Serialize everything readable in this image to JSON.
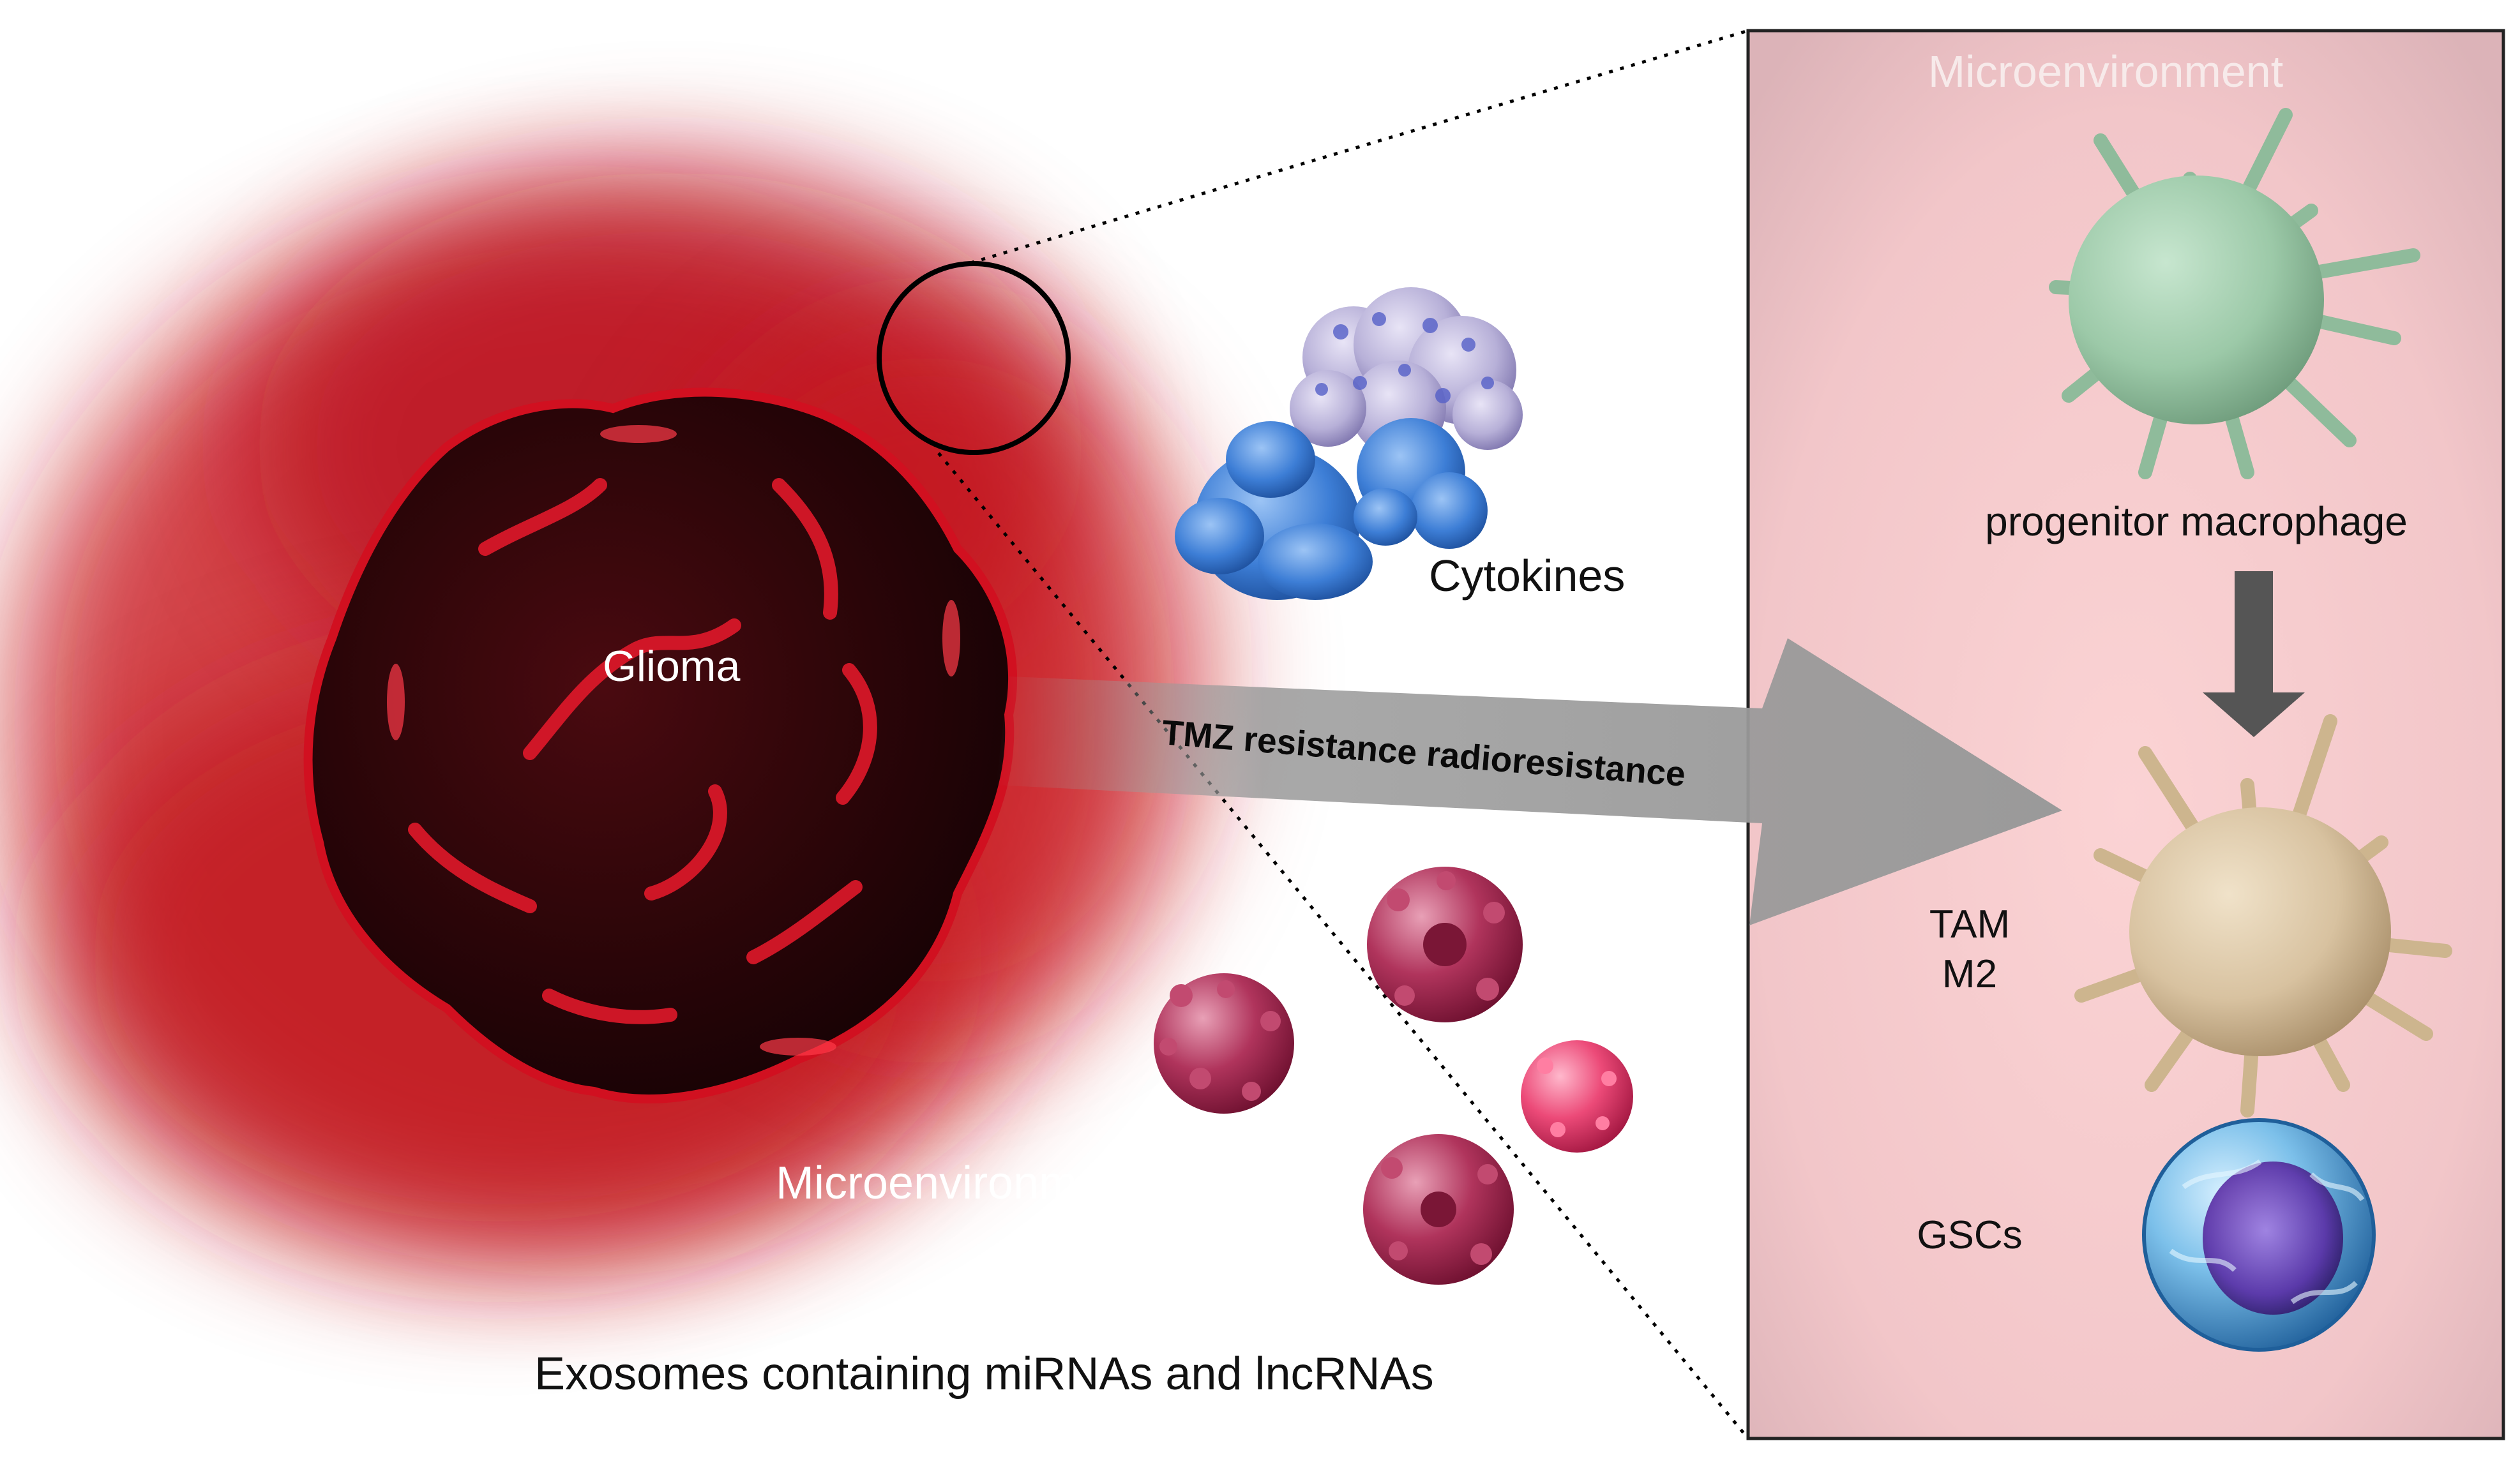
{
  "labels": {
    "glioma": "Glioma",
    "microenvironment_left": "Microenvironment",
    "cytokines": "Cytokines",
    "exosomes": "Exosomes containing miRNAs and lncRNAs",
    "microenvironment_right": "Microenvironment",
    "progenitor_macrophage": "progenitor macrophage",
    "tam": "TAM",
    "m2": "M2",
    "gscs": "GSCs",
    "arrow_text": "TMZ resistance radioresistance"
  },
  "colors": {
    "glow_red": "#c8141e",
    "glioma_dark": "#2a0508",
    "glioma_vein": "#e0182a",
    "panel_bg": "#f4c9cc",
    "panel_border": "#222222",
    "arrow_gray": "#9a9a9a",
    "macrophage_green": "#9cc9a8",
    "tam_beige": "#d8c2a0",
    "gsc_blue": "#5fa9d8",
    "gsc_purple": "#6a3fb0",
    "exosome_crimson": "#a01c48",
    "exosome_pink": "#e8396a",
    "protein_blue": "#3d7ed6",
    "protein_lavender": "#b7b0d8"
  },
  "icons": {
    "glioma": "glioma-tumor-icon",
    "cytokines": "cytokine-protein-icon",
    "exosomes": "exosome-icon",
    "macrophage": "progenitor-macrophage-icon",
    "tam": "tam-m2-cell-icon",
    "gscs": "gsc-cell-icon"
  }
}
